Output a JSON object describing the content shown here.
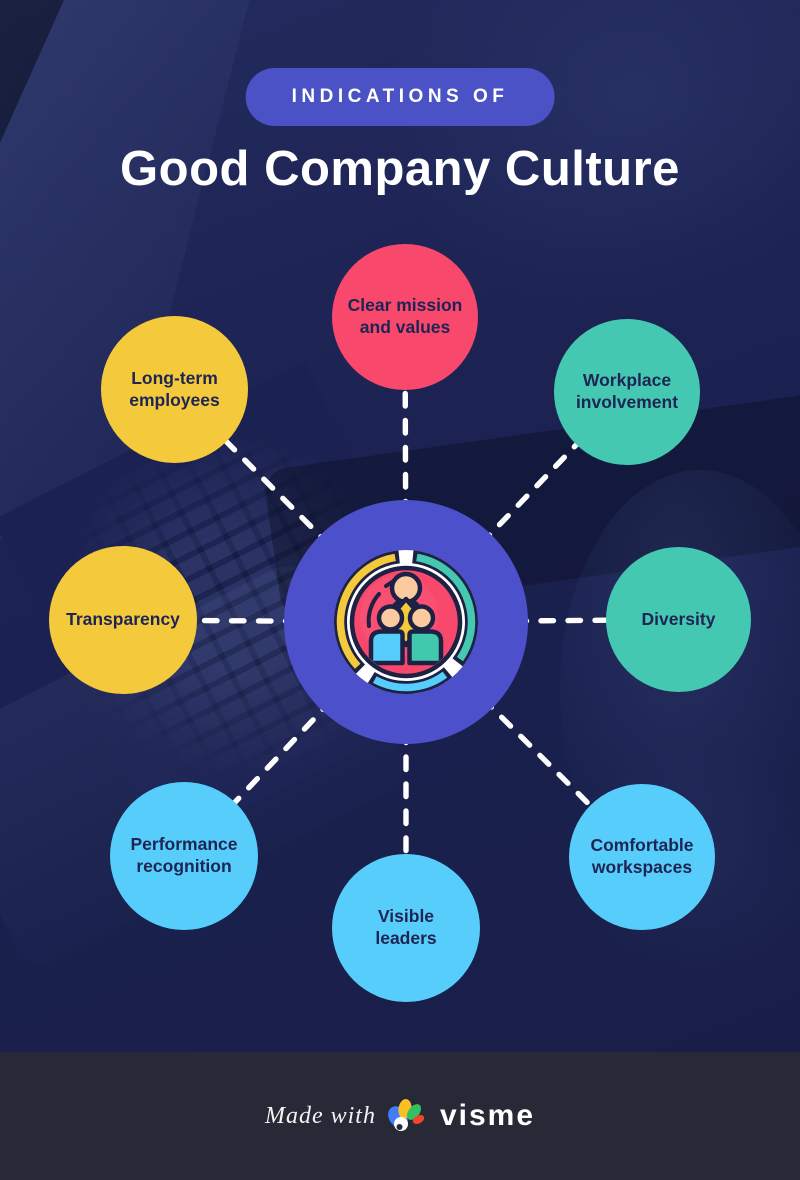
{
  "colors": {
    "background": "#1b2150",
    "badge": "#4a52c6",
    "center_circle": "#4d50cb",
    "red": "#f8486c",
    "yellow": "#f5c93c",
    "teal": "#45c8b1",
    "blue": "#57cdfc",
    "label_text": "#1e2553",
    "footer_bg": "#272936",
    "dash": "#ffffff"
  },
  "header": {
    "badge_label": "INDICATIONS OF",
    "title": "Good Company Culture"
  },
  "diagram": {
    "center_icon": "people-community-ring-icon",
    "nodes": [
      {
        "id": "clear-mission-and-values",
        "label": "Clear mission\nand values",
        "color": "#f8486c"
      },
      {
        "id": "workplace-involvement",
        "label": "Workplace\ninvolvement",
        "color": "#45c8b1"
      },
      {
        "id": "diversity",
        "label": "Diversity",
        "color": "#45c8b1"
      },
      {
        "id": "comfortable-workspaces",
        "label": "Comfortable\nworkspaces",
        "color": "#57cdfc"
      },
      {
        "id": "visible-leaders",
        "label": "Visible\nleaders",
        "color": "#57cdfc"
      },
      {
        "id": "performance-recognition",
        "label": "Performance\nrecognition",
        "color": "#57cdfc"
      },
      {
        "id": "transparency",
        "label": "Transparency",
        "color": "#f5c93c"
      },
      {
        "id": "long-term-employees",
        "label": "Long-term\nemployees",
        "color": "#f5c93c"
      }
    ]
  },
  "footer": {
    "made_with": "Made with",
    "brand": "visme",
    "logo_icon": "visme-chameleon-icon"
  }
}
